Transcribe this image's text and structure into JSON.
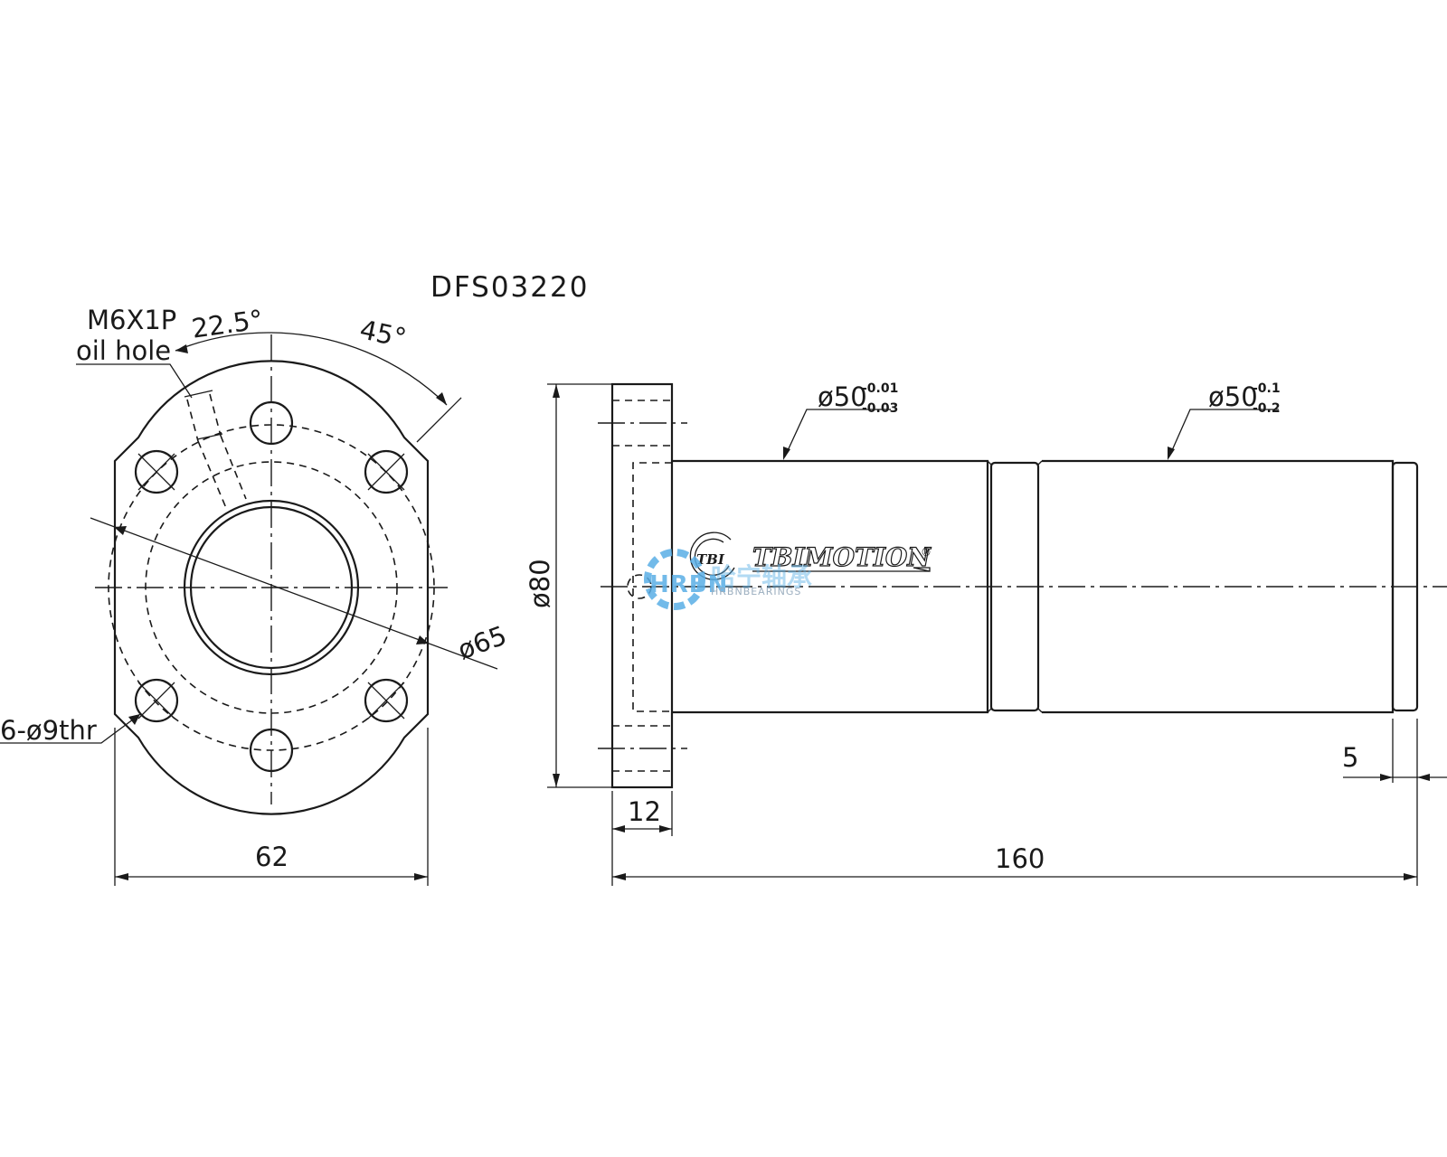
{
  "title": "DFS03220",
  "labels": {
    "oil_hole_thread": "M6X1P",
    "oil_hole": "oil hole",
    "angle_small": "22.5°",
    "angle_large": "45°",
    "pcd": "ø65",
    "bolt_holes": "6-ø9thr",
    "flange_width": "62",
    "flange_dia": "ø80",
    "flange_thickness": "12",
    "total_length": "160",
    "end_step": "5",
    "nut_dia_left": "ø50",
    "nut_dia_left_tol_upper": "-0.01",
    "nut_dia_left_tol_lower": "-0.03",
    "nut_dia_right": "ø50",
    "nut_dia_right_tol_upper": "-0.1",
    "nut_dia_right_tol_lower": "-0.2"
  },
  "brand": {
    "logo_mark": "TBI",
    "name": "TBIMOTION",
    "registered": "®"
  },
  "watermark": {
    "mark": "HRBN",
    "name_cn": "哈宁轴承",
    "name_en": "HRBNBEARINGS",
    "color": "#5aaee6"
  }
}
